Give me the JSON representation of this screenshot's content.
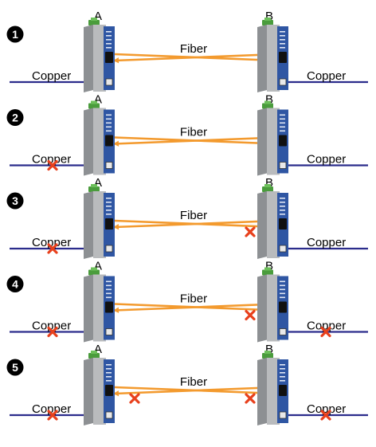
{
  "colors": {
    "fiber": "#f39a2e",
    "copper": "#2b2c8c",
    "fault": "#e8401c",
    "badge": "#000000",
    "device_body": "#b9bbbd",
    "device_panel": "#2f56a3"
  },
  "icons": {
    "device": "media-converter-icon",
    "fault": "cross-fault-icon"
  },
  "scenarios": [
    {
      "number": "1",
      "device_a_label": "A",
      "device_b_label": "B",
      "fiber_label": "Fiber",
      "copper_left_label": "Copper",
      "copper_right_label": "Copper",
      "faults": {
        "copper_left": false,
        "fiber_left": false,
        "fiber_right": false,
        "copper_right": false
      }
    },
    {
      "number": "2",
      "device_a_label": "A",
      "device_b_label": "B",
      "fiber_label": "Fiber",
      "copper_left_label": "Copper",
      "copper_right_label": "Copper",
      "faults": {
        "copper_left": true,
        "fiber_left": false,
        "fiber_right": false,
        "copper_right": false
      }
    },
    {
      "number": "3",
      "device_a_label": "A",
      "device_b_label": "B",
      "fiber_label": "Fiber",
      "copper_left_label": "Copper",
      "copper_right_label": "Copper",
      "faults": {
        "copper_left": true,
        "fiber_left": false,
        "fiber_right": true,
        "copper_right": false
      }
    },
    {
      "number": "4",
      "device_a_label": "A",
      "device_b_label": "B",
      "fiber_label": "Fiber",
      "copper_left_label": "Copper",
      "copper_right_label": "Copper",
      "faults": {
        "copper_left": true,
        "fiber_left": false,
        "fiber_right": true,
        "copper_right": true
      }
    },
    {
      "number": "5",
      "device_a_label": "A",
      "device_b_label": "B",
      "fiber_label": "Fiber",
      "copper_left_label": "Copper",
      "copper_right_label": "Copper",
      "faults": {
        "copper_left": true,
        "fiber_left": true,
        "fiber_right": true,
        "copper_right": true
      }
    }
  ]
}
